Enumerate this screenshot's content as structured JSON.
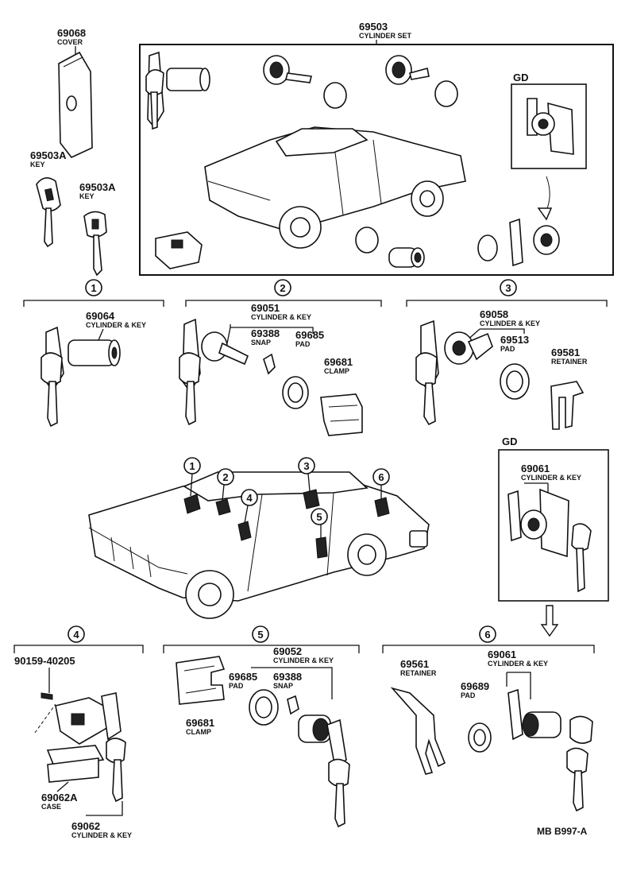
{
  "cylinder_set": {
    "number": "69503",
    "name": "CYLINDER SET"
  },
  "gd_box_top": {
    "label": "GD"
  },
  "gd_box_side": {
    "label": "GD",
    "number": "69061",
    "name": "CYLINDER & KEY"
  },
  "top_left": {
    "cover": {
      "number": "69068",
      "name": "COVER"
    },
    "key_a": {
      "number": "69503A",
      "name": "KEY"
    },
    "key_b": {
      "number": "69503A",
      "name": "KEY"
    }
  },
  "groups": [
    {
      "marker": "1",
      "parts": [
        {
          "number": "69064",
          "name": "CYLINDER & KEY"
        }
      ]
    },
    {
      "marker": "2",
      "parts": [
        {
          "number": "69051",
          "name": "CYLINDER & KEY"
        },
        {
          "number": "69388",
          "name": "SNAP"
        },
        {
          "number": "69685",
          "name": "PAD"
        },
        {
          "number": "69681",
          "name": "CLAMP"
        }
      ]
    },
    {
      "marker": "3",
      "parts": [
        {
          "number": "69058",
          "name": "CYLINDER & KEY"
        },
        {
          "number": "69513",
          "name": "PAD"
        },
        {
          "number": "69581",
          "name": "RETAINER"
        }
      ]
    },
    {
      "marker": "4",
      "parts": [
        {
          "number": "90159-40205",
          "name": ""
        },
        {
          "number": "69062A",
          "name": "CASE"
        },
        {
          "number": "69062",
          "name": "CYLINDER & KEY"
        }
      ]
    },
    {
      "marker": "5",
      "parts": [
        {
          "number": "69052",
          "name": "CYLINDER & KEY"
        },
        {
          "number": "69685",
          "name": "PAD"
        },
        {
          "number": "69388",
          "name": "SNAP"
        },
        {
          "number": "69681",
          "name": "CLAMP"
        }
      ]
    },
    {
      "marker": "6",
      "parts": [
        {
          "number": "69061",
          "name": "CYLINDER & KEY"
        },
        {
          "number": "69561",
          "name": "RETAINER"
        },
        {
          "number": "69689",
          "name": "PAD"
        }
      ]
    }
  ],
  "car_markers": [
    "1",
    "2",
    "3",
    "4",
    "5",
    "6"
  ],
  "drawing_code": "MB B997-A"
}
